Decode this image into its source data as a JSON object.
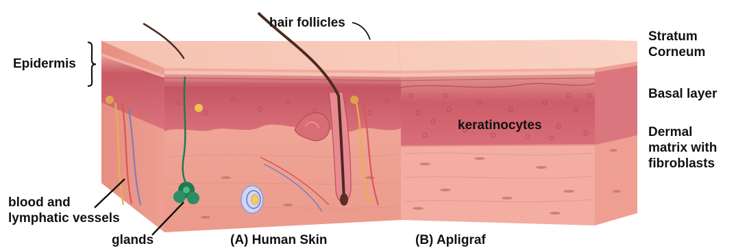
{
  "labels": {
    "epidermis": "Epidermis",
    "hair_follicles": "hair follicles",
    "stratum_corneum": [
      "Stratum",
      "Corneum"
    ],
    "basal_layer": "Basal layer",
    "keratinocytes": "keratinocytes",
    "dermal_matrix": [
      "Dermal",
      "matrix with",
      "fibroblasts"
    ],
    "blood_vessels": [
      "blood and",
      "lymphatic vessels"
    ],
    "glands": "glands",
    "human_skin": "(A) Human Skin",
    "apligraf": "(B) Apligraf"
  },
  "colors": {
    "top_surface": "#f7c4b2",
    "epidermis_band": "#c9575f",
    "basal_band": "#d36673",
    "dermis": "#f0a497",
    "dermis_side": "#e89485",
    "apligraf_dermis": "#f3aea1",
    "hair": "#4a2a22",
    "gland": "#1f7a52",
    "label_text": "#111111"
  }
}
